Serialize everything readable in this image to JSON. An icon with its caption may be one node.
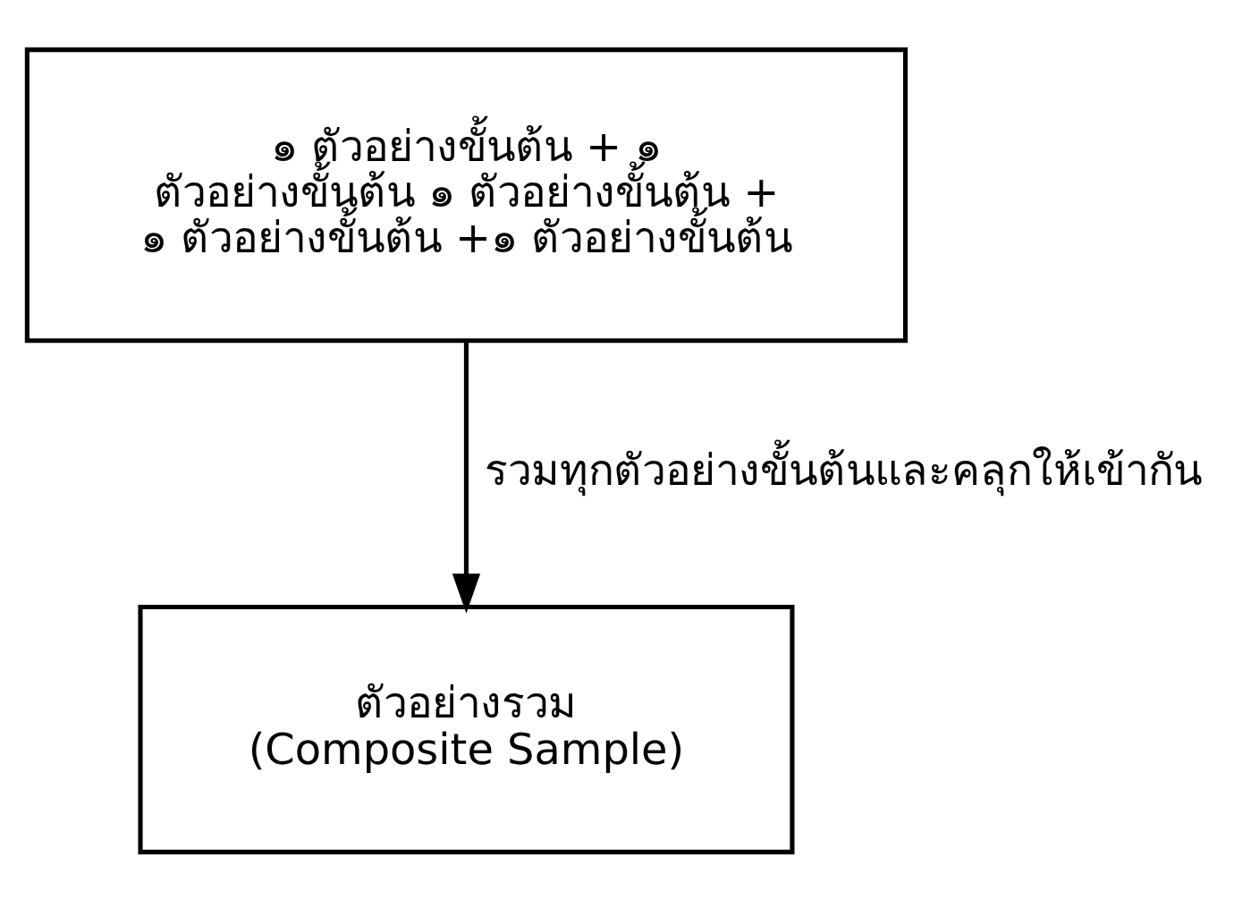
{
  "diagram": {
    "nodes": [
      {
        "text": [
          "๑ ตัวอย่างขั้นต้น + ๑ ตัวอย่างขั้นต้น ๑ ตัวอย่างขั้นต้น + ๑ ตัวอย่างขั้นต้น +๑ ตัวอย่างขั้นต้น"
        ]
      },
      {
        "text": [
          "ตัวอย่างรวม",
          "(Composite Sample)"
        ]
      }
    ],
    "edges": [
      {
        "from": 0,
        "to": 1,
        "arrow": "to",
        "label": "รวมทุกตัวอย่างขั้นต้นและคลุกให้เข้ากัน"
      }
    ]
  }
}
